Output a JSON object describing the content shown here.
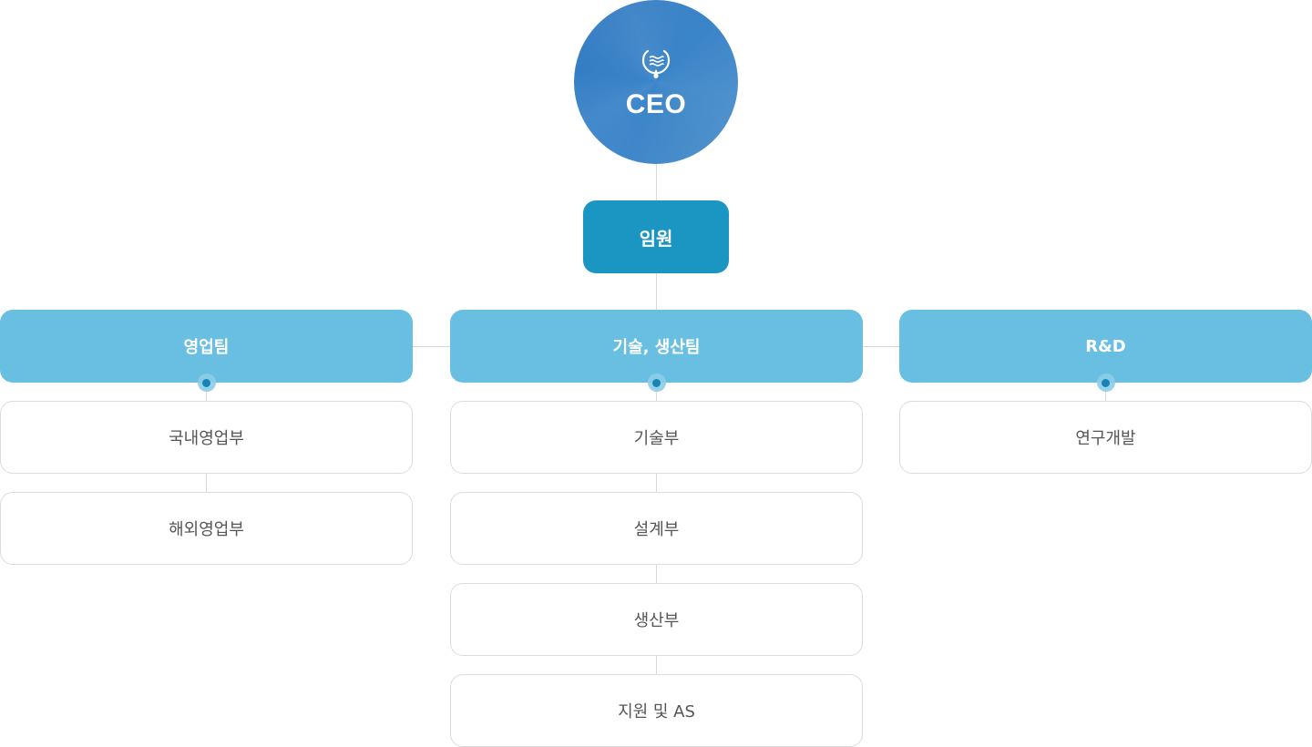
{
  "ceo": {
    "label": "CEO",
    "logo_icon": "water-drop-logo-icon"
  },
  "executive": {
    "label": "임원"
  },
  "teams": [
    {
      "label": "영업팀",
      "departments": [
        "국내영업부",
        "해외영업부"
      ]
    },
    {
      "label": "기술, 생산팀",
      "departments": [
        "기술부",
        "설계부",
        "생산부",
        "지원 및 AS"
      ]
    },
    {
      "label": "R&D",
      "departments": [
        "연구개발"
      ]
    }
  ],
  "colors": {
    "ceo": "#3a84c9",
    "executive": "#1b95c2",
    "team": "#69bfe2",
    "connector": "#d9d9d9",
    "dept_text": "#555555"
  }
}
